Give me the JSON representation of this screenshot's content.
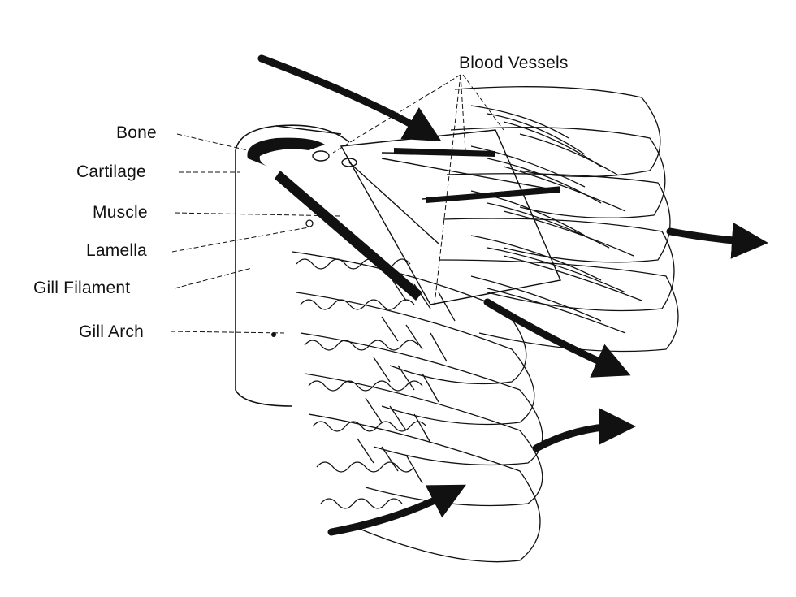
{
  "labels": {
    "blood_vessels": "Blood Vessels",
    "bone": "Bone",
    "cartilage": "Cartilage",
    "muscle": "Muscle",
    "lamella": "Lamella",
    "gill_filament": "Gill Filament",
    "gill_arch": "Gill Arch"
  },
  "colors": {
    "ink": "#111111",
    "paper": "#ffffff"
  },
  "icons": [
    "water-flow-arrow"
  ]
}
